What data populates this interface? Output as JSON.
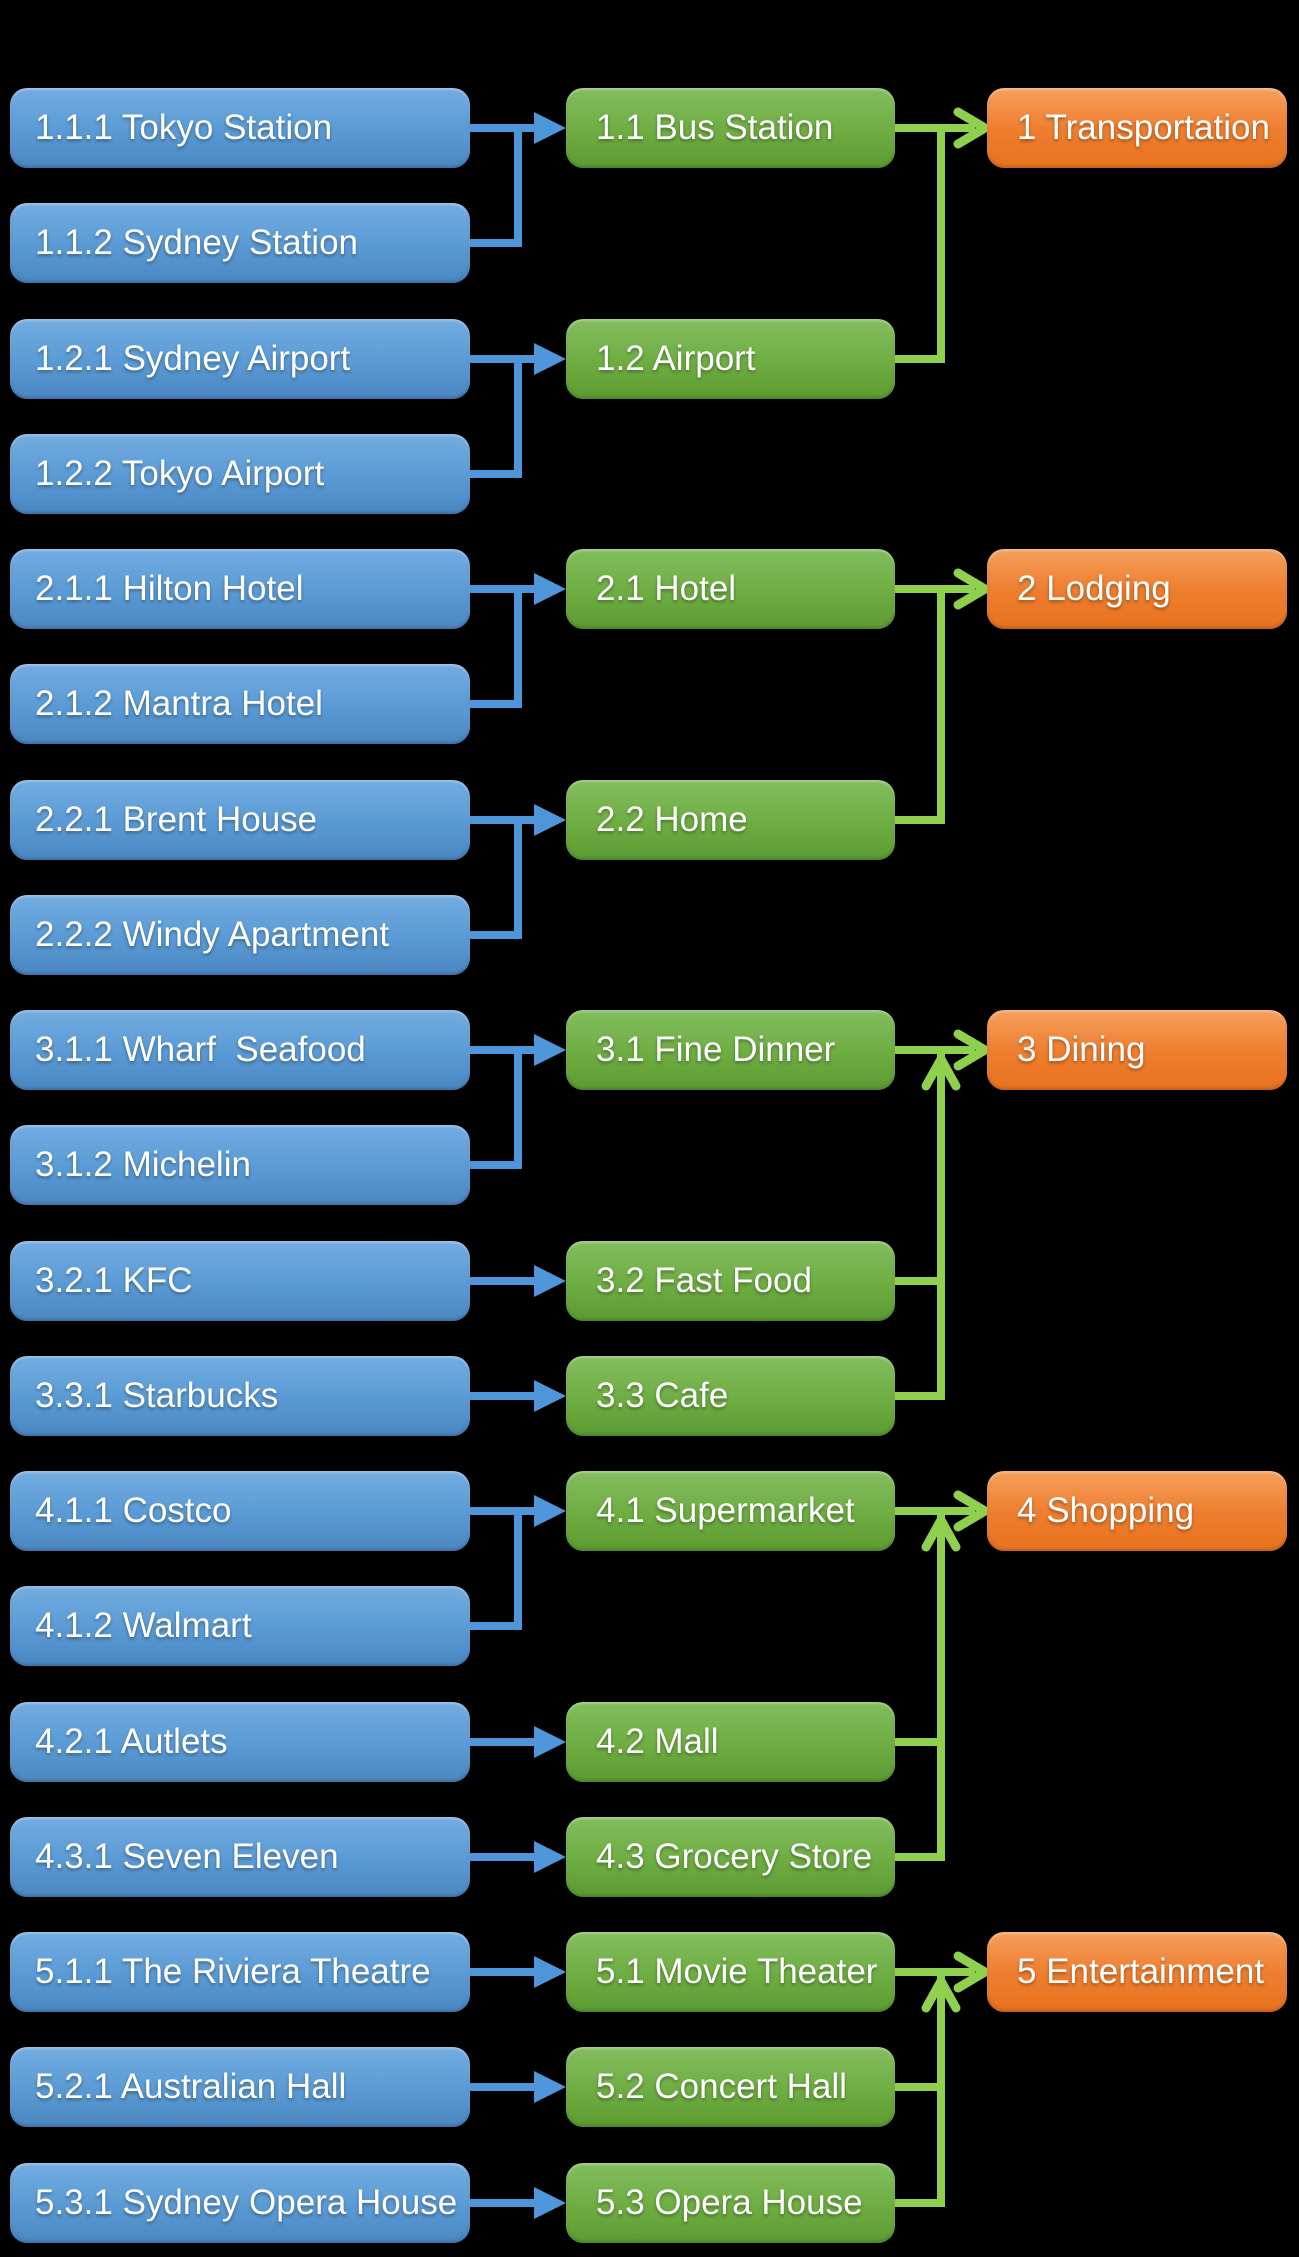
{
  "diagram": {
    "type": "hierarchy",
    "background": "#000000",
    "colors": {
      "item_box_top": "#73ace1",
      "item_box_bottom": "#4a87c2",
      "subcategory_box_top": "#83bd5f",
      "subcategory_box_bottom": "#5c9b32",
      "category_box_top": "#f5a05d",
      "category_box_bottom": "#e8721e",
      "item_connector": "#4e95d9",
      "subcategory_connector": "#90d04f",
      "text": "#ffffff"
    },
    "groups": [
      {
        "label": "1 Transportation",
        "subcategories": [
          {
            "label": "1.1 Bus Station",
            "items": [
              "1.1.1 Tokyo Station",
              "1.1.2 Sydney Station"
            ]
          },
          {
            "label": "1.2 Airport",
            "items": [
              "1.2.1 Sydney Airport",
              "1.2.2 Tokyo Airport"
            ]
          }
        ]
      },
      {
        "label": "2 Lodging",
        "subcategories": [
          {
            "label": "2.1 Hotel",
            "items": [
              "2.1.1 Hilton Hotel",
              "2.1.2 Mantra Hotel"
            ]
          },
          {
            "label": "2.2 Home",
            "items": [
              "2.2.1 Brent House",
              "2.2.2 Windy Apartment"
            ]
          }
        ]
      },
      {
        "label": "3 Dining",
        "subcategories": [
          {
            "label": "3.1 Fine Dinner",
            "items": [
              "3.1.1 Wharf  Seafood",
              "3.1.2 Michelin"
            ]
          },
          {
            "label": "3.2 Fast Food",
            "items": [
              "3.2.1 KFC"
            ]
          },
          {
            "label": "3.3 Cafe",
            "items": [
              "3.3.1 Starbucks"
            ]
          }
        ]
      },
      {
        "label": "4 Shopping",
        "subcategories": [
          {
            "label": "4.1 Supermarket",
            "items": [
              "4.1.1 Costco",
              "4.1.2 Walmart"
            ]
          },
          {
            "label": "4.2 Mall",
            "items": [
              "4.2.1 Autlets"
            ]
          },
          {
            "label": "4.3 Grocery Store",
            "items": [
              "4.3.1 Seven Eleven"
            ]
          }
        ]
      },
      {
        "label": "5 Entertainment",
        "subcategories": [
          {
            "label": "5.1 Movie Theater",
            "items": [
              "5.1.1 The Riviera Theatre"
            ]
          },
          {
            "label": "5.2 Concert Hall",
            "items": [
              "5.2.1 Australian Hall"
            ]
          },
          {
            "label": "5.3 Opera House",
            "items": [
              "5.3.1 Sydney Opera House"
            ]
          }
        ]
      }
    ]
  }
}
